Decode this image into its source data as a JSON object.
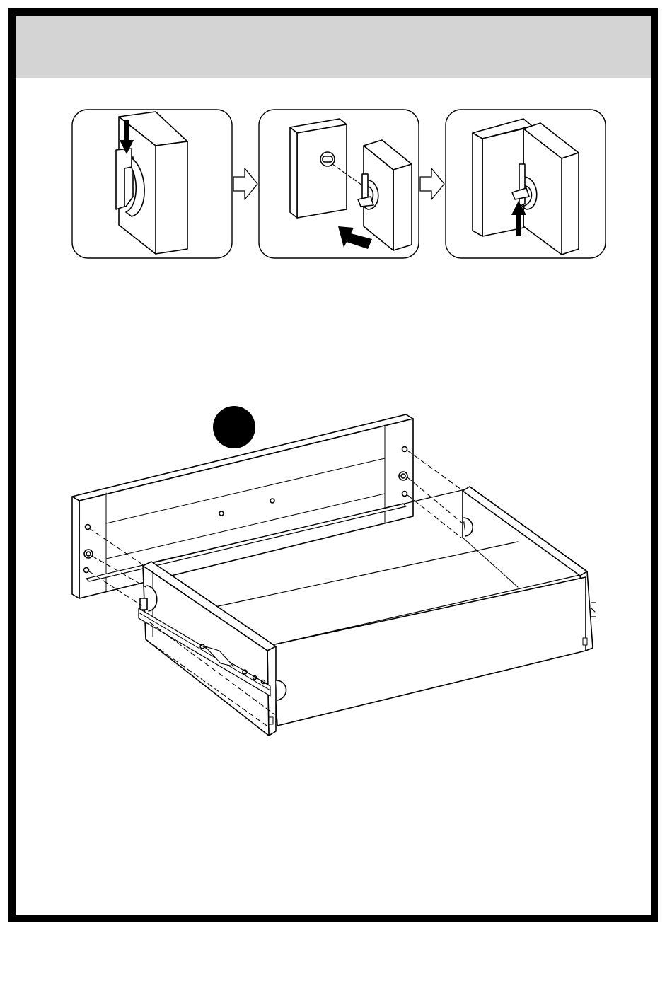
{
  "page": {
    "header": {
      "title": ""
    },
    "colors": {
      "frame": "#000000",
      "header_band": "#d4d4d4",
      "line": "#000000",
      "panel_fill": "#ffffff"
    },
    "icons": [
      "push-down-arrow-icon",
      "push-left-arrow-icon",
      "push-up-arrow-icon",
      "next-step-arrow-icon",
      "step-marker-circle-icon"
    ],
    "steps": [
      {
        "name": "press-clip-into-panel"
      },
      {
        "name": "slide-panels-together"
      },
      {
        "name": "lock-clip-upward"
      }
    ],
    "step_marker": {
      "label": ""
    }
  }
}
